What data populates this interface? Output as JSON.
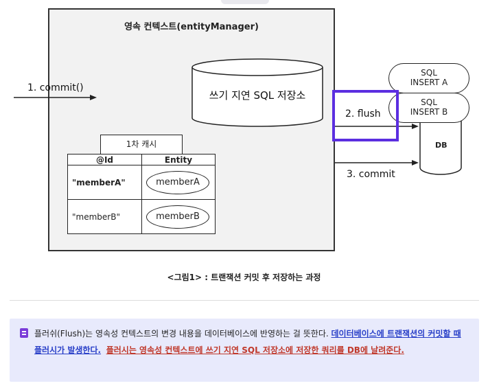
{
  "diagram": {
    "context_title": "영속 컨텍스트(entityManager)",
    "write_behind_store": "쓰기 지연 SQL 저장소",
    "first_level_cache": {
      "title": "1차 캐시",
      "columns": [
        "@Id",
        "Entity"
      ],
      "rows": [
        {
          "id": "\"memberA\"",
          "entity": "memberA"
        },
        {
          "id": "\"memberB\"",
          "entity": "memberB"
        }
      ]
    },
    "arrows": {
      "commit_in": "1. commit()",
      "flush": "2. flush",
      "commit_out": "3. commit"
    },
    "sql_statements": [
      {
        "line1": "SQL",
        "line2": "INSERT A"
      },
      {
        "line1": "SQL",
        "line2": "INSERT B"
      }
    ],
    "database": "DB",
    "highlight_color": "#5b2ee0"
  },
  "caption": "<그림1> : 트랜잭션 커밋 후 저장하는 과정",
  "callout": {
    "icon": "note-icon",
    "text_plain": "플러쉬(Flush)는 영속성 컨텍스트의 변경 내용을 데이터베이스에 반영하는 걸 뜻한다. ",
    "text_blue": "데이터베이스에 트랜잭션의 커밋할 때 플러시가 발생한다.",
    "text_red": "플러시는 영속성 컨텍스트에 쓰기 지연 SQL 저장소에 저장한 쿼리를 DB에 날려준다.",
    "colors": {
      "background": "#e8eafc",
      "blue": "#2a40c8",
      "red": "#c0392b",
      "icon": "#7a3bd8"
    }
  }
}
